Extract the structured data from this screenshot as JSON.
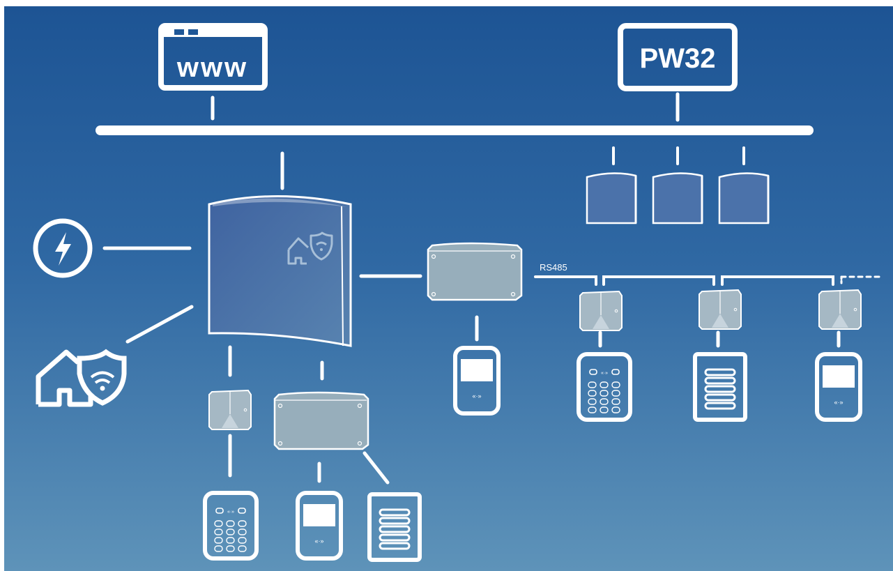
{
  "diagram": {
    "web_label": "www",
    "software_label": "PW32",
    "bus_label": "RS485"
  },
  "colors": {
    "bg_top": "#1f5797",
    "bg_bottom": "#5e93b9",
    "line": "#ffffff",
    "wall_unit": "#4a6fa8",
    "controller": "#496f9f",
    "junction_box": "#97aebb",
    "module": "#a4b6c2"
  },
  "icons": [
    "browser-window-icon",
    "software-monitor-icon",
    "power-icon",
    "home-security-icon",
    "wall-reader-icon",
    "central-controller-icon",
    "junction-box-icon",
    "door-module-icon",
    "keypad-reader-icon",
    "display-reader-icon",
    "card-reader-icon"
  ]
}
